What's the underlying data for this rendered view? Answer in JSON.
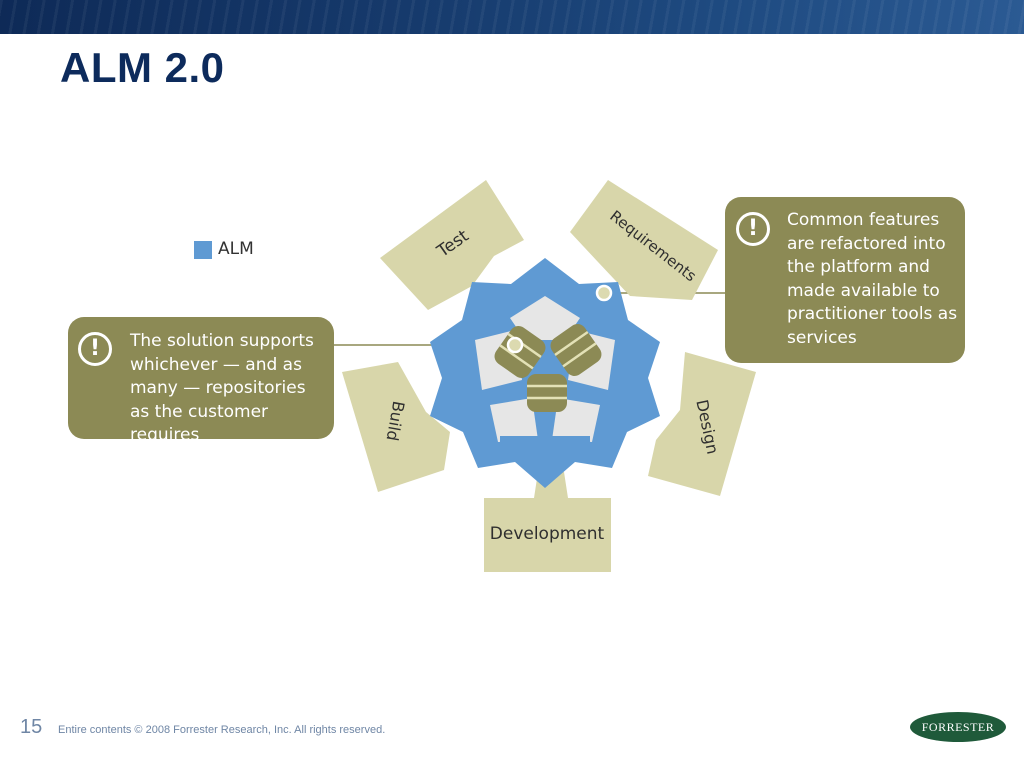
{
  "slide": {
    "title": "ALM 2.0",
    "page_number": "15",
    "copyright": "Entire contents © 2008  Forrester Research, Inc. All rights reserved.",
    "logo_text": "FORRESTER"
  },
  "legend": {
    "label": "ALM",
    "color": "#5f9ad3"
  },
  "diagram": {
    "pieces": {
      "test": "Test",
      "requirements": "Requirements",
      "build": "Build",
      "design": "Design",
      "development": "Development"
    }
  },
  "callouts": {
    "left": "The solution supports whichever — and as many — repositories as the customer requires",
    "right": "Common features are refactored into the platform and made available to practitioner tools as services",
    "icon_glyph": "!"
  },
  "colors": {
    "platform_blue": "#5f9ad3",
    "piece_tan": "#d8d6aa",
    "callout_olive": "#8c8a55",
    "title_navy": "#0d2b5c"
  }
}
